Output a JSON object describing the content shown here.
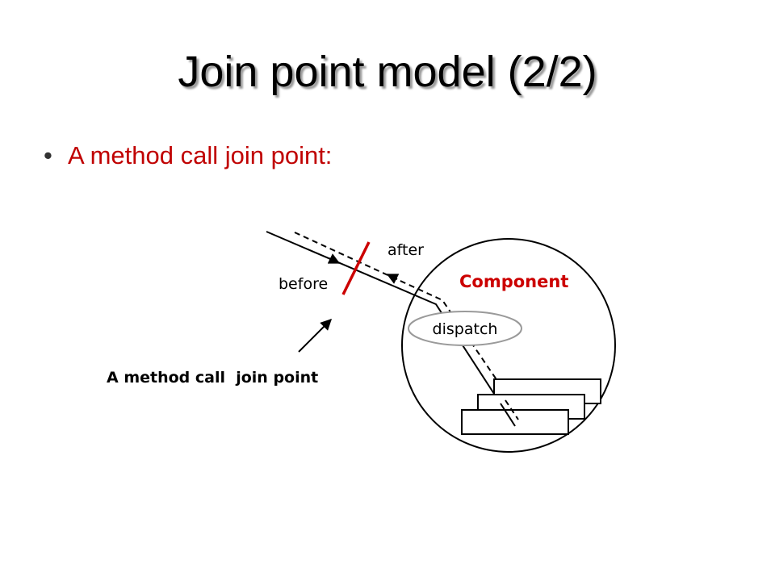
{
  "slide": {
    "title": "Join point model (2/2)",
    "bullets": [
      {
        "text": "A method call join point:",
        "color": "#c00000"
      }
    ]
  },
  "diagram": {
    "labels": {
      "after": "after",
      "before": "before",
      "component": "Component",
      "dispatch": "dispatch",
      "join_point": "A method call  join point"
    },
    "colors": {
      "component_label": "#cc0000",
      "join_point_marker": "#cc0000",
      "stroke": "#000000",
      "dispatch_outline": "#9a9a9a"
    }
  }
}
